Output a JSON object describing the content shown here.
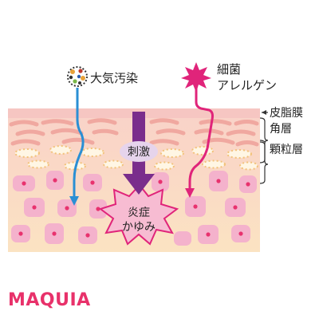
{
  "labels": {
    "pollution": "大気汚染",
    "bacteria_line1": "細菌",
    "bacteria_line2": "アレルゲン",
    "stimulus": "刺激",
    "inflammation_line1": "炎症",
    "inflammation_line2": "かゆみ",
    "sebum_film": "皮脂膜",
    "stratum_corneum": "角層",
    "stratum_granulosum": "顆粒層"
  },
  "brand": {
    "logo_text": "MAQUIA"
  },
  "colors": {
    "logo": "#e8316a",
    "pollution_arrow": "#2a8fd4",
    "bacteria_arrow": "#e0247a",
    "stimulus_arrow": "#7a2d8c",
    "burst": "#f5b4cc",
    "cell": "#f2a5c6",
    "nucleus": "#e8326e",
    "skin_top": "#f9d2c8",
    "skin_bottom": "#fbe1bf"
  }
}
